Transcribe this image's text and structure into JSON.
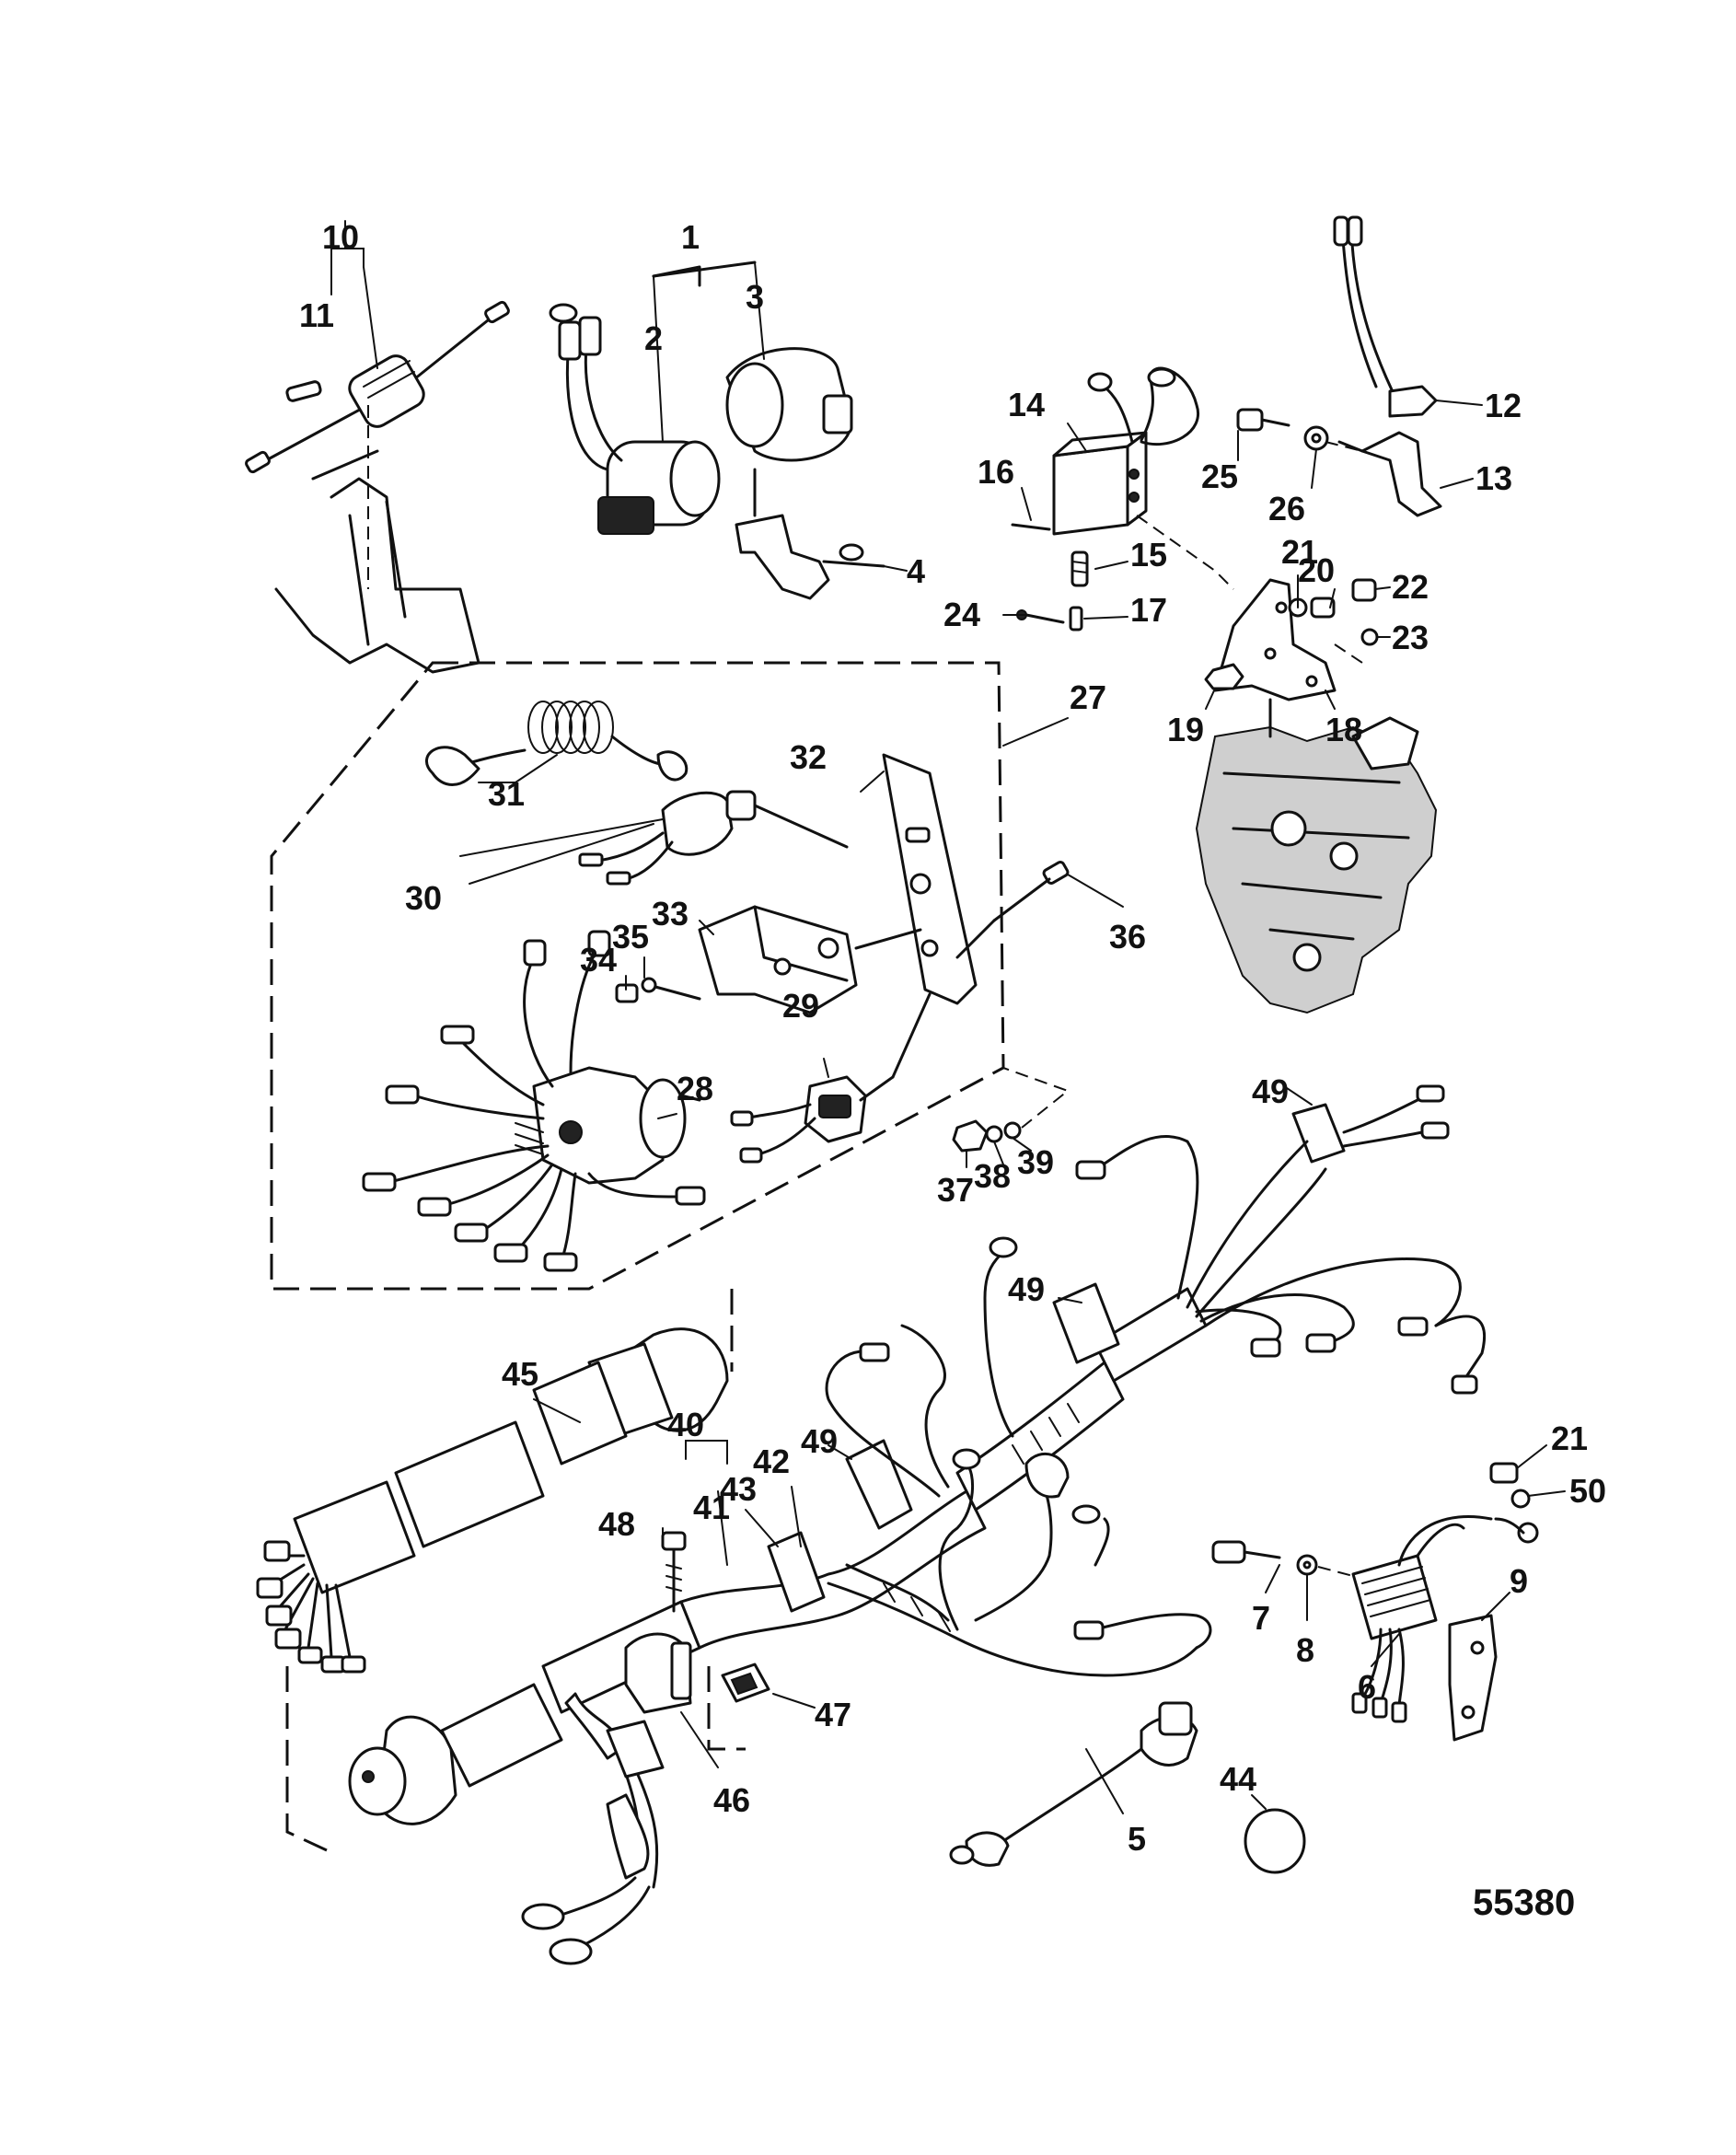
{
  "figure_number": "55380",
  "callouts": [
    "1",
    "2",
    "3",
    "4",
    "5",
    "6",
    "7",
    "8",
    "9",
    "10",
    "11",
    "12",
    "13",
    "14",
    "15",
    "16",
    "17",
    "18",
    "19",
    "20",
    "21",
    "22",
    "23",
    "24",
    "25",
    "26",
    "27",
    "28",
    "29",
    "30",
    "31",
    "32",
    "33",
    "34",
    "35",
    "36",
    "37",
    "38",
    "39",
    "40",
    "41",
    "42",
    "43",
    "44",
    "45",
    "46",
    "47",
    "48",
    "49",
    "49",
    "49",
    "50",
    "21"
  ]
}
